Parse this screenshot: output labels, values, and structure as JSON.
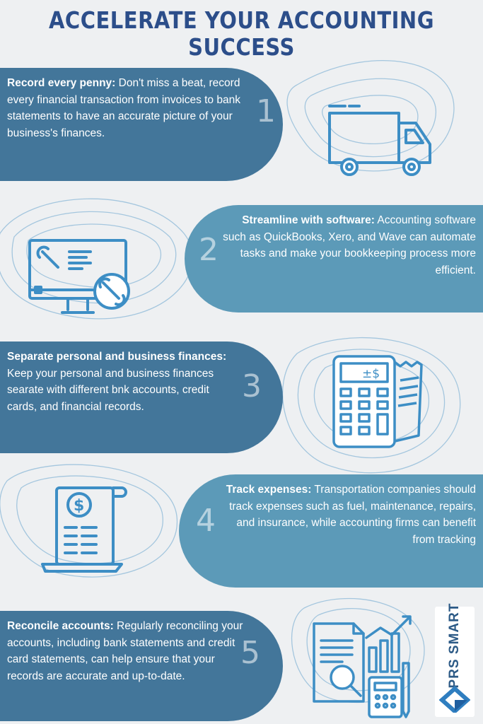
{
  "title": "ACCELERATE YOUR ACCOUNTING SUCCESS",
  "items": [
    {
      "number": "1",
      "heading": "Record every penny:",
      "body": " Don't miss a beat, record every financial transaction from invoices to bank statements to have an accurate picture of your business's finances.",
      "icon": "truck-icon"
    },
    {
      "number": "2",
      "heading": "Streamline with software:",
      "body": " Accounting software such as QuickBooks, Xero, and Wave can automate tasks and make your bookkeeping process more efficient.",
      "icon": "computer-settings-icon"
    },
    {
      "number": "3",
      "heading": "Separate personal and business finances:",
      "body": " Keep your personal and business finances searate with different bnk accounts, credit cards, and financial records.",
      "icon": "calculator-receipt-icon"
    },
    {
      "number": "4",
      "heading": "Track expenses:",
      "body": " Transportation companies should track expenses such as fuel, maintenance, repairs, and insurance, while accounting firms can benefit from tracking",
      "icon": "dollar-receipt-icon"
    },
    {
      "number": "5",
      "heading": "Reconcile accounts:",
      "body": " Regularly reconciling your accounts, including bank statements and credit card statements, can help ensure that your records are accurate and up-to-date.",
      "icon": "report-analysis-icon"
    }
  ],
  "logo": {
    "text": "PRS SMART"
  },
  "colors": {
    "title": "#2c4e8a",
    "band_dark": "#43769a",
    "band_light": "#5c9ab8",
    "icon_stroke": "#3d8ec5",
    "contour": "#9cc2dc"
  }
}
